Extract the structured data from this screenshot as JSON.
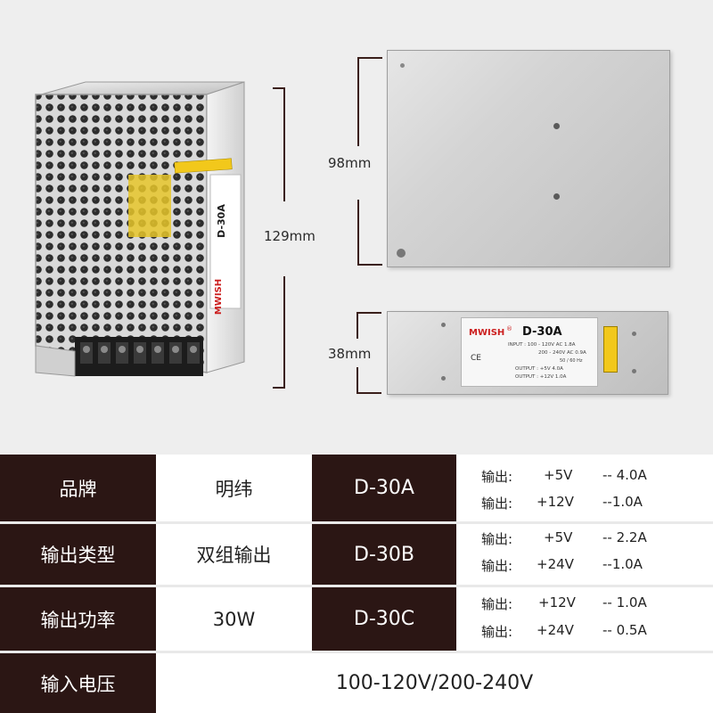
{
  "dimensions": {
    "height": "129mm",
    "width": "98mm",
    "depth": "38mm"
  },
  "product": {
    "brand_logo": "MWISH",
    "registered_mark": "®",
    "model": "D-30A",
    "ce_mark": "CE",
    "label_input_1": "INPUT : 100 - 120V AC  1.8A",
    "label_input_2": "200 - 240V AC  0.9A",
    "label_freq": "50 / 60 Hz",
    "label_output_1": "OUTPUT : +5V      4.0A",
    "label_output_2": "OUTPUT : +12V     1.0A"
  },
  "table": {
    "rows": [
      {
        "label": "品牌",
        "value": "明纬"
      },
      {
        "label": "输出类型",
        "value": "双组输出"
      },
      {
        "label": "输出功率",
        "value": "30W"
      },
      {
        "label": "输入电压",
        "value": "100-120V/200-240V"
      }
    ],
    "models": [
      {
        "name": "D-30A",
        "outputs": [
          {
            "prefix": "输出:",
            "voltage": "+5V",
            "current": "-- 4.0A"
          },
          {
            "prefix": "输出:",
            "voltage": "+12V",
            "current": "--1.0A"
          }
        ]
      },
      {
        "name": "D-30B",
        "outputs": [
          {
            "prefix": "输出:",
            "voltage": "+5V",
            "current": "-- 2.2A"
          },
          {
            "prefix": "输出:",
            "voltage": "+24V",
            "current": "--1.0A"
          }
        ]
      },
      {
        "name": "D-30C",
        "outputs": [
          {
            "prefix": "输出:",
            "voltage": "+12V",
            "current": "-- 1.0A"
          },
          {
            "prefix": "输出:",
            "voltage": "+24V",
            "current": "-- 0.5A"
          }
        ]
      }
    ]
  },
  "colors": {
    "dark_cell": "#2b1614",
    "page_bg": "#eeeeee",
    "dimension_line": "#3a1f1b",
    "logo_red": "#cc1f1f",
    "warning_yellow": "#f2c81b"
  }
}
